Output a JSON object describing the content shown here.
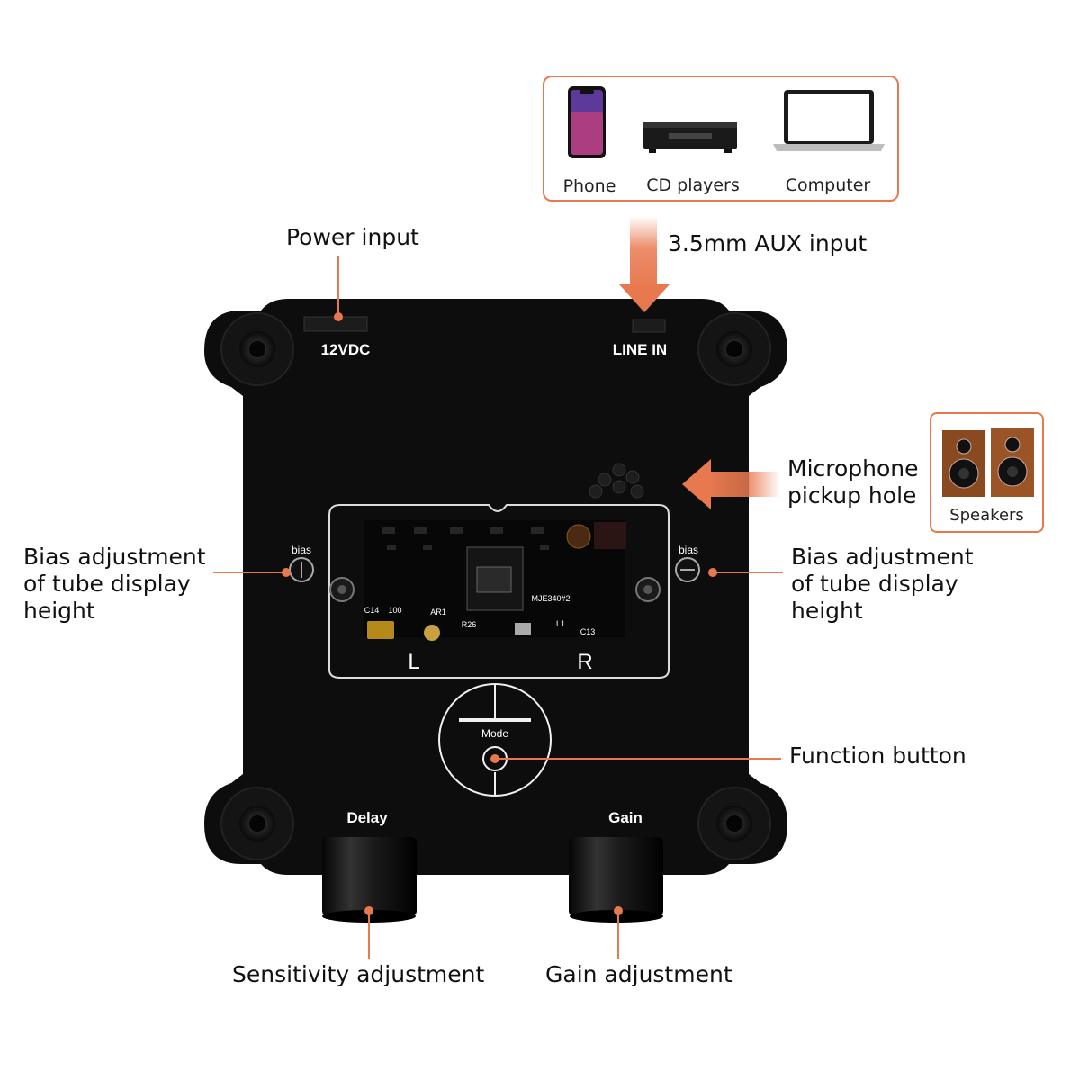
{
  "sources": {
    "phone_label": "Phone",
    "cd_label": "CD players",
    "computer_label": "Computer"
  },
  "callouts": {
    "power_input": "Power input",
    "aux_input": "3.5mm AUX input",
    "mic_hole": "Microphone\npickup hole",
    "bias_left": "Bias adjustment\nof tube display\nheight",
    "bias_right": "Bias adjustment\nof tube display\nheight",
    "function_button": "Function button",
    "sensitivity": "Sensitivity adjustment",
    "gain_adjust": "Gain adjustment"
  },
  "speakers_label": "Speakers",
  "panel": {
    "power_label": "12VDC",
    "line_in_label": "LINE IN",
    "bias_left_label": "bias",
    "bias_right_label": "bias",
    "channel_left": "L",
    "channel_right": "R",
    "mode_label": "Mode",
    "delay_label": "Delay",
    "gain_label": "Gain",
    "pcb_text": [
      "C14",
      "100",
      "AR1",
      "R26",
      "C13",
      "L1",
      "MJE340#2"
    ]
  },
  "colors": {
    "accent": "#e8794f",
    "panel": "#0d0d0d",
    "knob": "#141414"
  }
}
